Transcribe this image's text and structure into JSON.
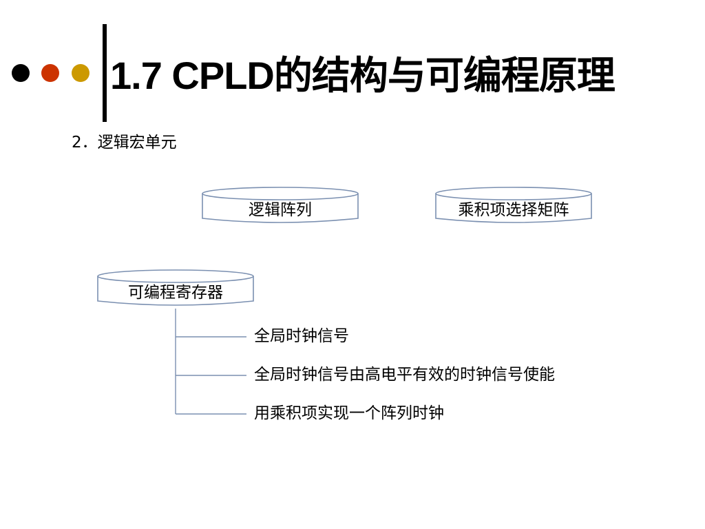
{
  "slide": {
    "title": "1.7  CPLD的结构与可编程原理",
    "subtitle": "2．逻辑宏单元",
    "dots": [
      {
        "name": "black-dot",
        "color": "#000000"
      },
      {
        "name": "red-dot",
        "color": "#cc3300"
      },
      {
        "name": "gold-dot",
        "color": "#cc9900"
      }
    ]
  },
  "diagram": {
    "nodes": {
      "logic_array": "逻辑阵列",
      "product_term_matrix": "乘积项选择矩阵",
      "programmable_register": "可编程寄存器"
    },
    "branches": [
      "全局时钟信号",
      "全局时钟信号由高电平有效的时钟信号使能",
      "用乘积项实现一个阵列时钟"
    ],
    "line_color": "#7a8fb0"
  }
}
